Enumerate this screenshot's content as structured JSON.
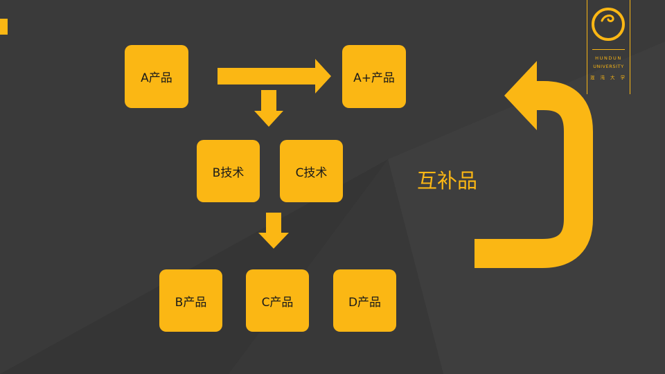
{
  "slide": {
    "colors": {
      "accent": "#fbb714",
      "background": "#3a3a3a",
      "box_text": "#1a1a1a"
    },
    "logo": {
      "name": "HUNDUN logo",
      "line1": "HUNDUN",
      "line2": "UNIVERSITY",
      "line3": "混 沌 大 学"
    },
    "boxes": {
      "a_product": "A产品",
      "a_plus_product": "A+产品",
      "b_tech": "B技术",
      "c_tech": "C技术",
      "b_product": "B产品",
      "c_product": "C产品",
      "d_product": "D产品"
    },
    "complement_label": "互补品",
    "icons": [
      "right-arrow-icon",
      "down-arrow-icon",
      "down-arrow-icon",
      "u-turn-arrow-icon"
    ]
  }
}
